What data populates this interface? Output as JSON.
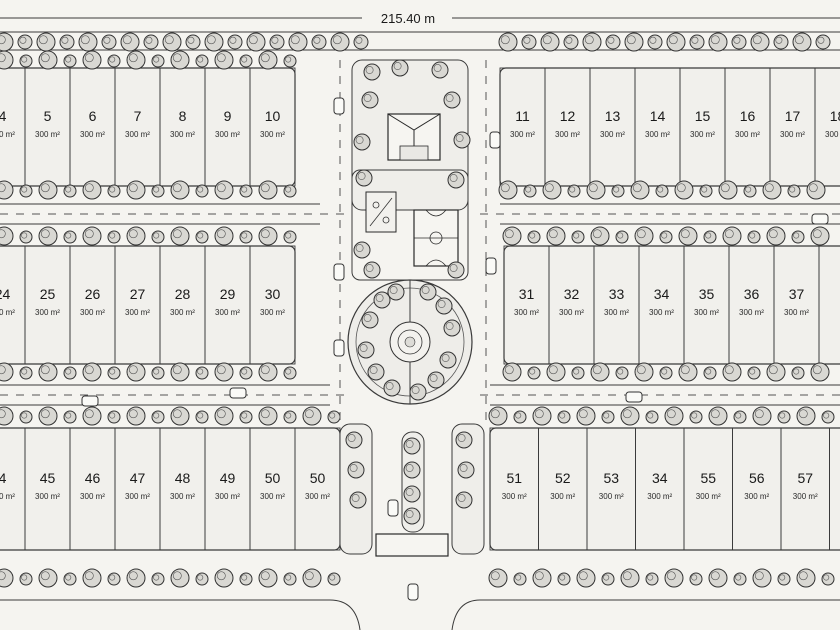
{
  "site_plan": {
    "dimension_label": "215.40 m",
    "lot_area": "300 m²",
    "colors": {
      "paper": "#f5f4f0",
      "line": "#3a3a3a",
      "lot_fill": "#f1f0ec",
      "tree": "#d9d8d3"
    },
    "blocks": [
      {
        "id": "top-left",
        "numbers": [
          "4",
          "5",
          "6",
          "7",
          "8",
          "9",
          "10"
        ]
      },
      {
        "id": "top-right",
        "numbers": [
          "11",
          "12",
          "13",
          "14",
          "15",
          "16",
          "17",
          "18"
        ]
      },
      {
        "id": "mid-left",
        "numbers": [
          "24",
          "25",
          "26",
          "27",
          "28",
          "29",
          "30"
        ]
      },
      {
        "id": "mid-right",
        "numbers": [
          "31",
          "32",
          "33",
          "34",
          "35",
          "36",
          "37",
          ""
        ]
      },
      {
        "id": "bottom-left",
        "numbers": [
          "4",
          "45",
          "46",
          "47",
          "48",
          "49",
          "50",
          "50"
        ]
      },
      {
        "id": "bottom-right",
        "numbers": [
          "51",
          "52",
          "53",
          "34",
          "55",
          "56",
          "57",
          ""
        ]
      }
    ]
  }
}
